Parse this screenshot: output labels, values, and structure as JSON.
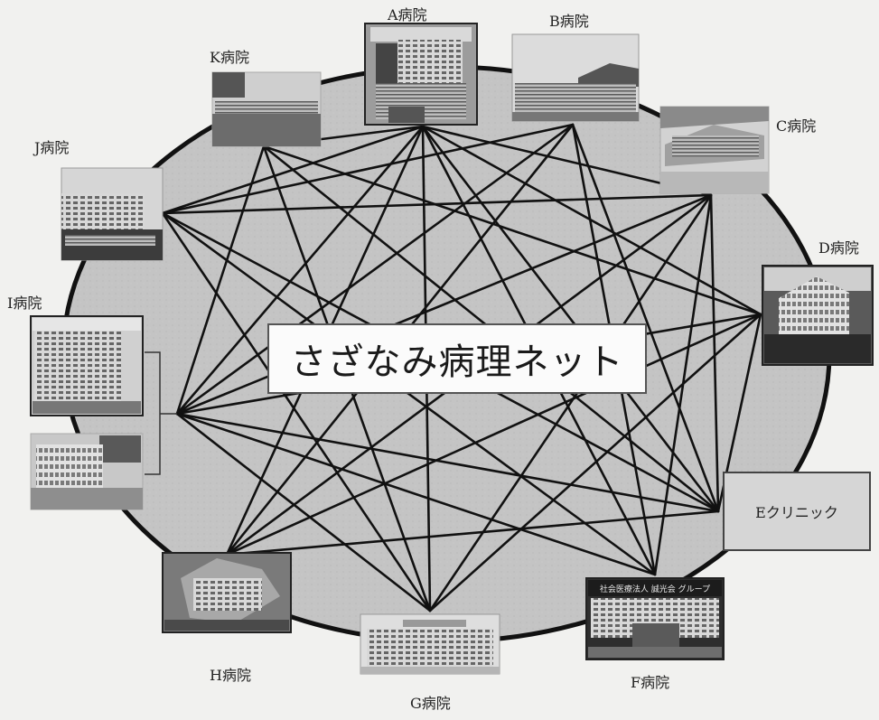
{
  "diagram": {
    "title": "さざなみ病理ネット",
    "hospitals": {
      "a": "A病院",
      "b": "B病院",
      "c": "C病院",
      "d": "D病院",
      "e": "Eクリニック",
      "f": "F病院",
      "g": "G病院",
      "h": "H病院",
      "i": "I病院",
      "j": "J病院",
      "k": "K病院"
    },
    "sign_text": "社会医療法人 誠光会 グループ"
  }
}
